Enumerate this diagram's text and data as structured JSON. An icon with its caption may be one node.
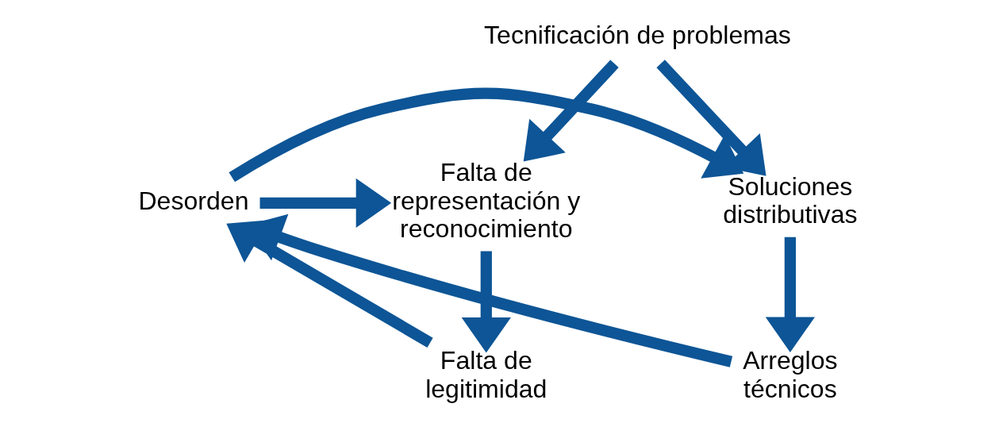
{
  "diagram": {
    "nodes": [
      {
        "text": [
          "Tecnificación de problemas"
        ]
      },
      {
        "text": [
          "Falta de representación y reconocimiento"
        ]
      },
      {
        "text": [
          "Soluciones distributivas"
        ]
      },
      {
        "text": [
          "Desorden"
        ]
      },
      {
        "text": [
          "Falta de legitimidad"
        ]
      },
      {
        "text": [
          "Arreglos técnicos"
        ]
      }
    ],
    "edges": [
      {
        "from": 0,
        "to": 1,
        "arrow": "to"
      },
      {
        "from": 0,
        "to": 2,
        "arrow": "to"
      },
      {
        "from": 3,
        "to": 1,
        "arrow": "to"
      },
      {
        "from": 3,
        "to": 2,
        "arrow": "to"
      },
      {
        "from": 1,
        "to": 4,
        "arrow": "to"
      },
      {
        "from": 2,
        "to": 5,
        "arrow": "to"
      },
      {
        "from": 4,
        "to": 3,
        "arrow": "to"
      },
      {
        "from": 5,
        "to": 3,
        "arrow": "to"
      }
    ]
  }
}
